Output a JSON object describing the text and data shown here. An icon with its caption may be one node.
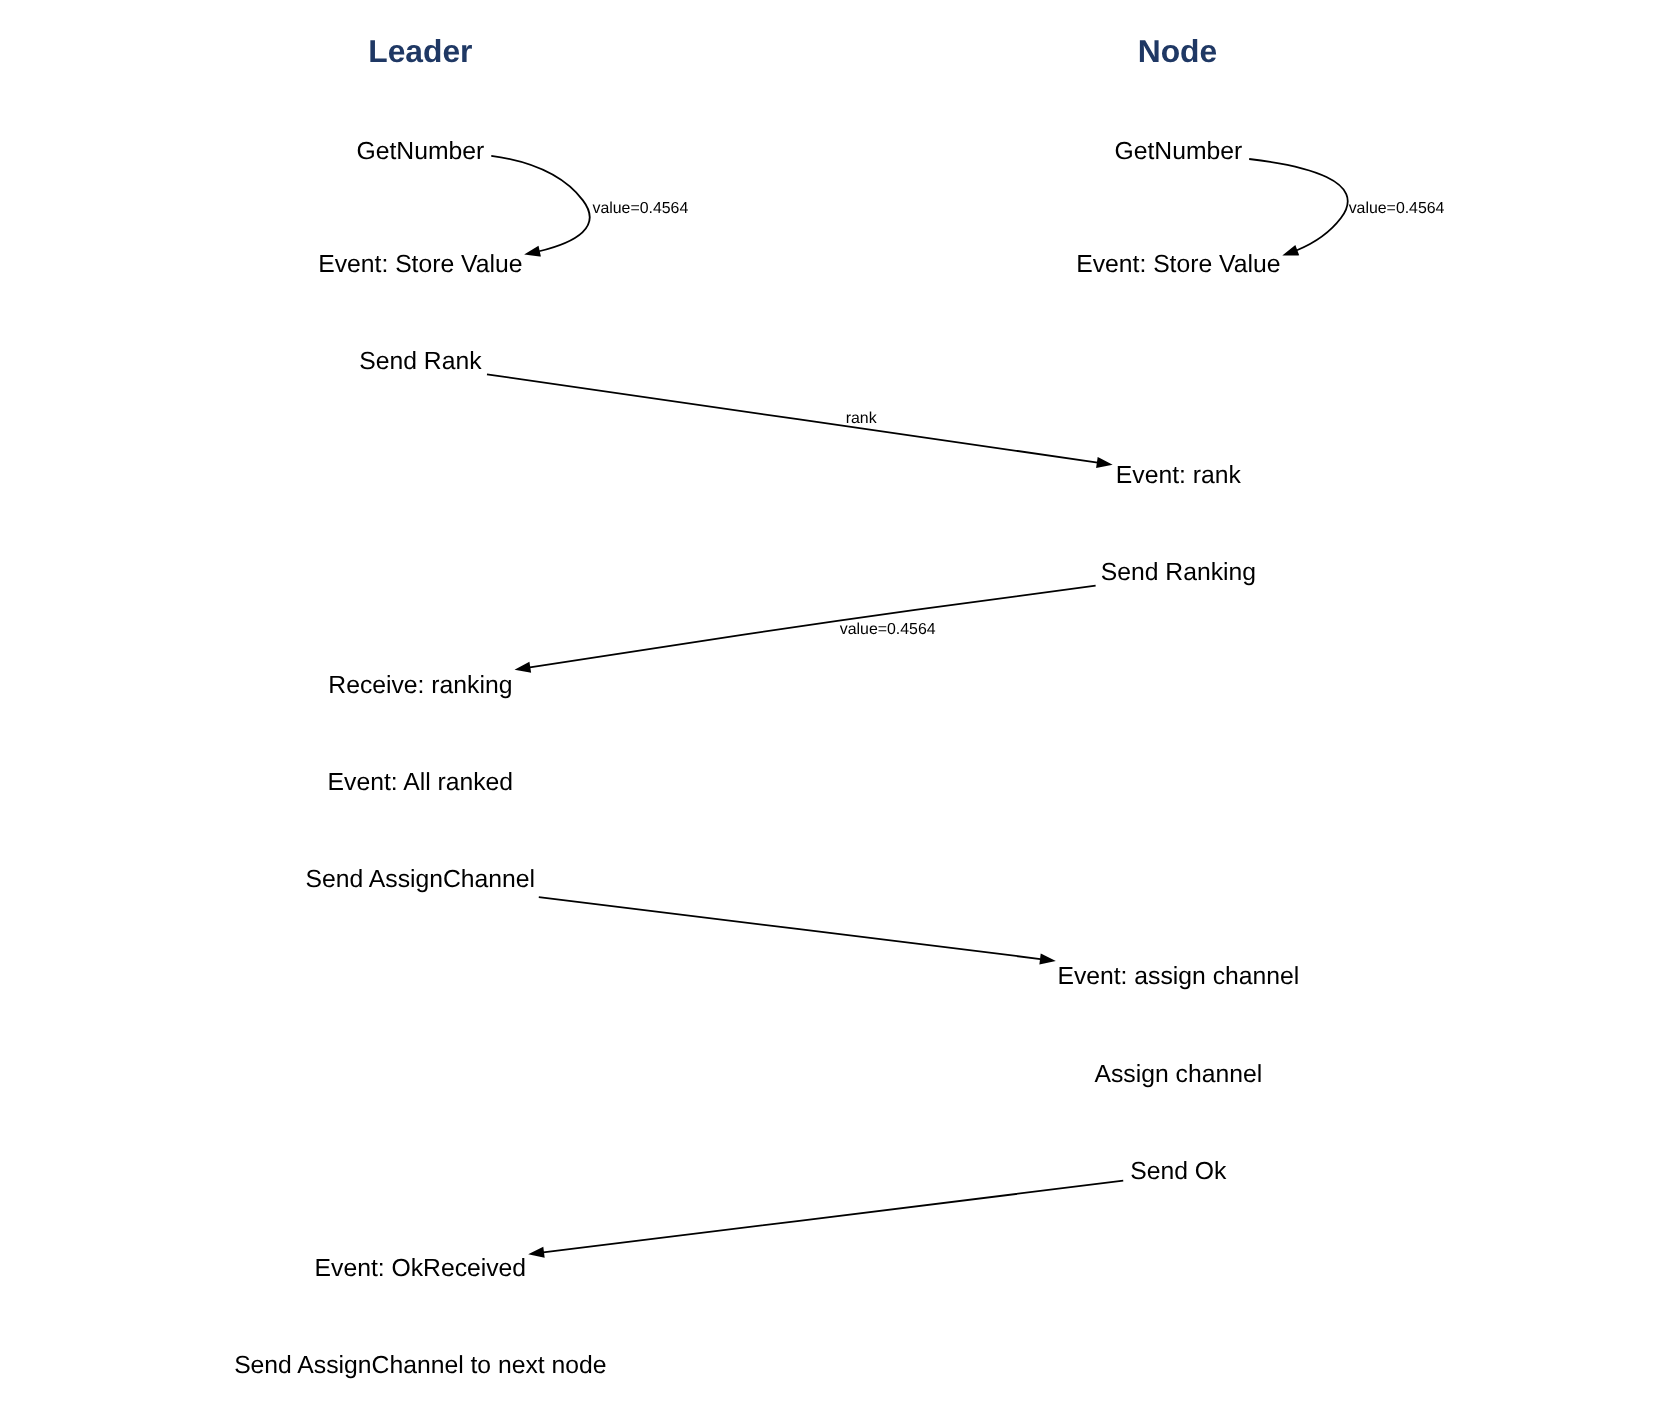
{
  "diagram": {
    "nodes": [
      {
        "text": [
          "GetNumber"
        ]
      },
      {
        "text": [
          "GetNumber"
        ]
      },
      {
        "text": [
          "Event: Store Value"
        ]
      },
      {
        "text": [
          "Event: Store Value"
        ]
      },
      {
        "text": [
          "Send Rank"
        ]
      },
      {
        "text": [
          "Event: rank"
        ]
      },
      {
        "text": [
          "Send Ranking"
        ]
      },
      {
        "text": [
          "Receive: ranking"
        ]
      },
      {
        "text": [
          "Event: All ranked"
        ]
      },
      {
        "text": [
          "Send AssignChannel"
        ]
      },
      {
        "text": [
          "Event: assign channel"
        ]
      },
      {
        "text": [
          "Assign channel"
        ]
      },
      {
        "text": [
          "Send Ok"
        ]
      },
      {
        "text": [
          "Event: OkReceived"
        ]
      },
      {
        "text": [
          "Send AssignChannel to next node"
        ]
      }
    ],
    "edges": [
      {
        "from": 0,
        "to": 2,
        "arrow": "to",
        "label": "value=0.4564"
      },
      {
        "from": 1,
        "to": 3,
        "arrow": "to",
        "label": "value=0.4564"
      },
      {
        "from": 4,
        "to": 5,
        "arrow": "to",
        "label": "rank"
      },
      {
        "from": 6,
        "to": 7,
        "arrow": "to",
        "label": "value=0.4564"
      },
      {
        "from": 9,
        "to": 10,
        "arrow": "to"
      },
      {
        "from": 12,
        "to": 13,
        "arrow": "to"
      }
    ],
    "labels": [
      "Leader",
      "Node"
    ]
  }
}
